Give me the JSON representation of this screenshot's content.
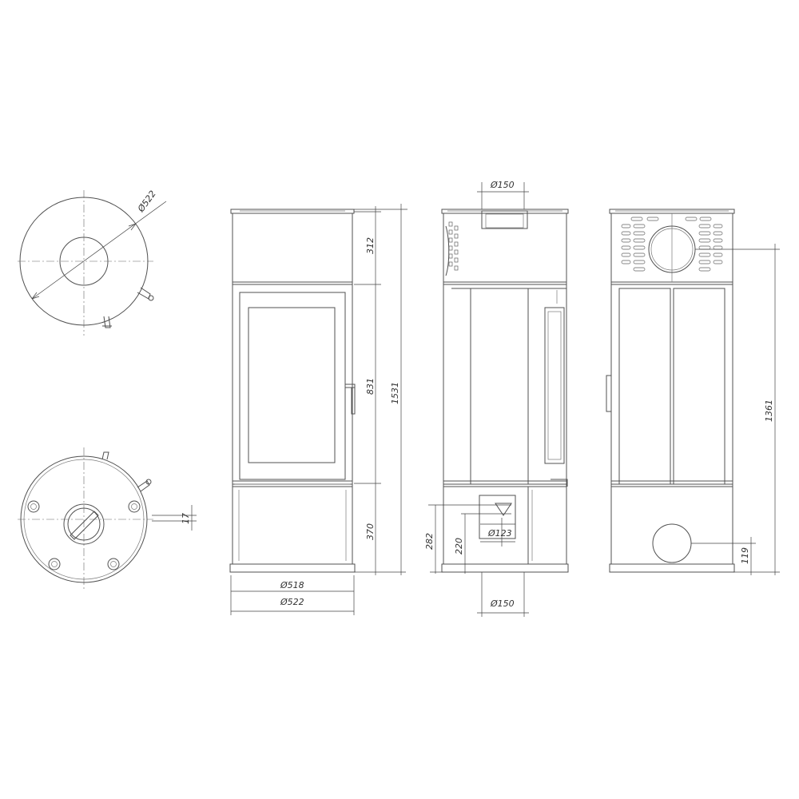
{
  "dimensions": {
    "top_diameter": "Ø522",
    "bottom_offset": "17",
    "height_top_section": "312",
    "height_door": "831",
    "height_base": "370",
    "height_total": "1531",
    "inner_diameter": "Ø518",
    "outer_diameter": "Ø522",
    "flue_top": "Ø150",
    "height_air_inlet": "282",
    "height_air_center": "220",
    "air_inlet_diameter": "Ø123",
    "flue_bottom": "Ø150",
    "height_rear_flue": "1361",
    "height_rear_inlet": "119"
  }
}
